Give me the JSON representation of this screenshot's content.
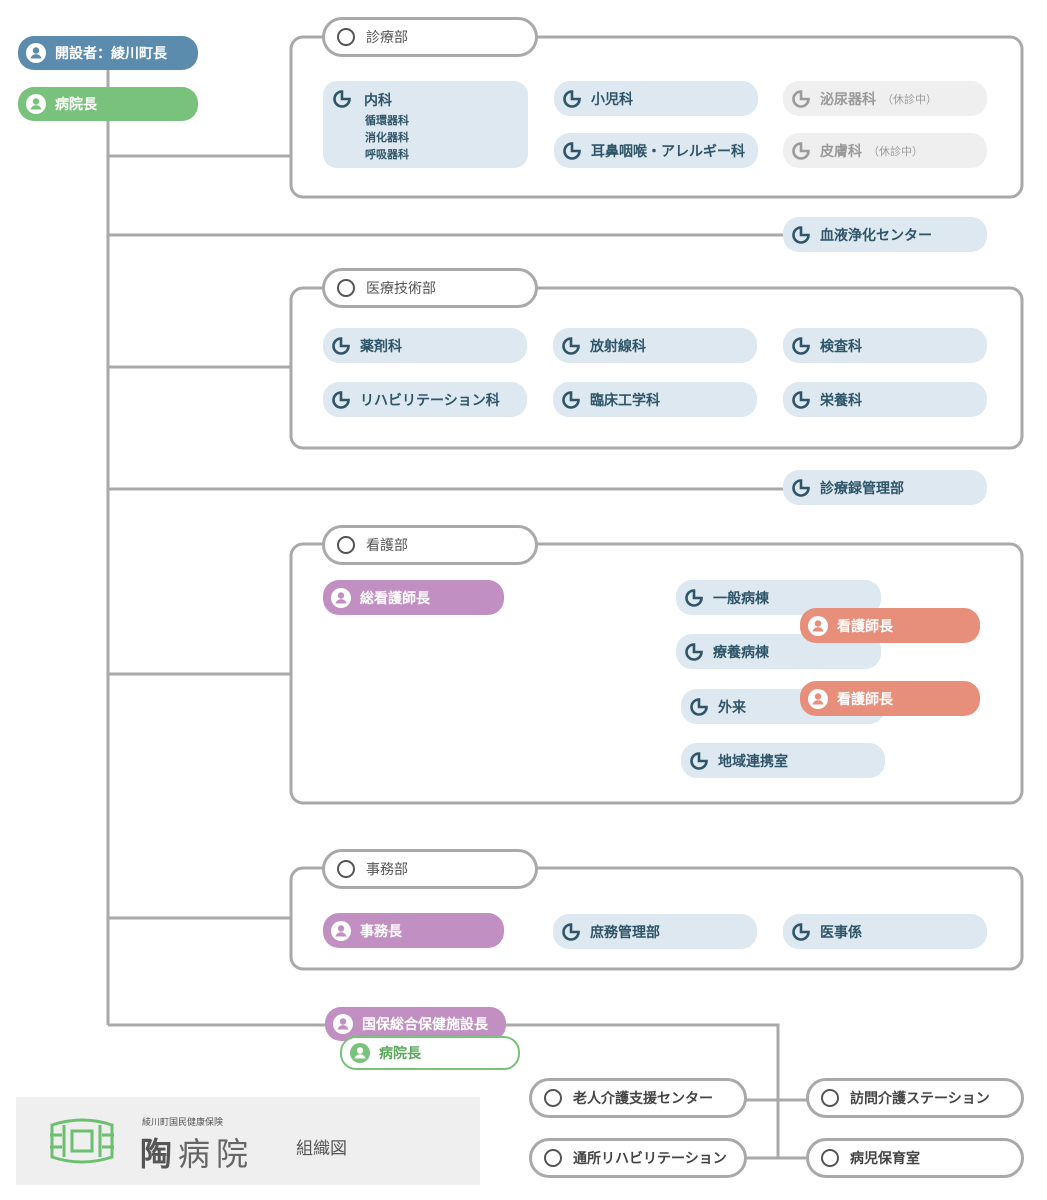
{
  "colors": {
    "line": "#a9a9a9",
    "unit_fill": "#dde8f0",
    "unit_text": "#2f5569",
    "unit_inactive_fill": "#efefef",
    "founder": "#5c8cad",
    "director": "#79c27b",
    "chief": "#c18fc2",
    "head_nurse": "#e78f7b"
  },
  "icons": {
    "person": "person-icon",
    "unit": "department-icon",
    "dept": "ring-icon",
    "logo": "hospital-logo-icon"
  },
  "top": {
    "founder": "開設者：綾川町長",
    "director": "病院長"
  },
  "clinical": {
    "title": "診療部",
    "internal": {
      "label": "内科",
      "subs": [
        "循環器科",
        "消化器科",
        "呼吸器科"
      ]
    },
    "pediatrics": "小児科",
    "ent": "耳鼻咽喉・アレルギー科",
    "urology": {
      "label": "泌尿器科",
      "note": "（休診中）"
    },
    "dermatology": {
      "label": "皮膚科",
      "note": "（休診中）"
    }
  },
  "dialysis": "血液浄化センター",
  "medtech": {
    "title": "医療技術部",
    "units": [
      "薬剤科",
      "放射線科",
      "検査科",
      "リハビリテーション科",
      "臨床工学科",
      "栄養科"
    ]
  },
  "records": "診療録管理部",
  "nursing": {
    "title": "看護部",
    "chief": "総看護師長",
    "wards": [
      "一般病棟",
      "療養病棟",
      "外来",
      "地域連携室"
    ],
    "head_nurse": "看護師長"
  },
  "admin": {
    "title": "事務部",
    "chief": "事務長",
    "units": [
      "庶務管理部",
      "医事係"
    ]
  },
  "facility": {
    "head": "国保総合保健施設長",
    "director": "病院長",
    "units": [
      "老人介護支援センター",
      "訪問介護ステーション",
      "通所リハビリテーション",
      "病児保育室"
    ]
  },
  "logo": {
    "subtitle": "綾川町国民健康保険",
    "name_first": "陶",
    "name_rest": "病院",
    "label": "組織図"
  }
}
